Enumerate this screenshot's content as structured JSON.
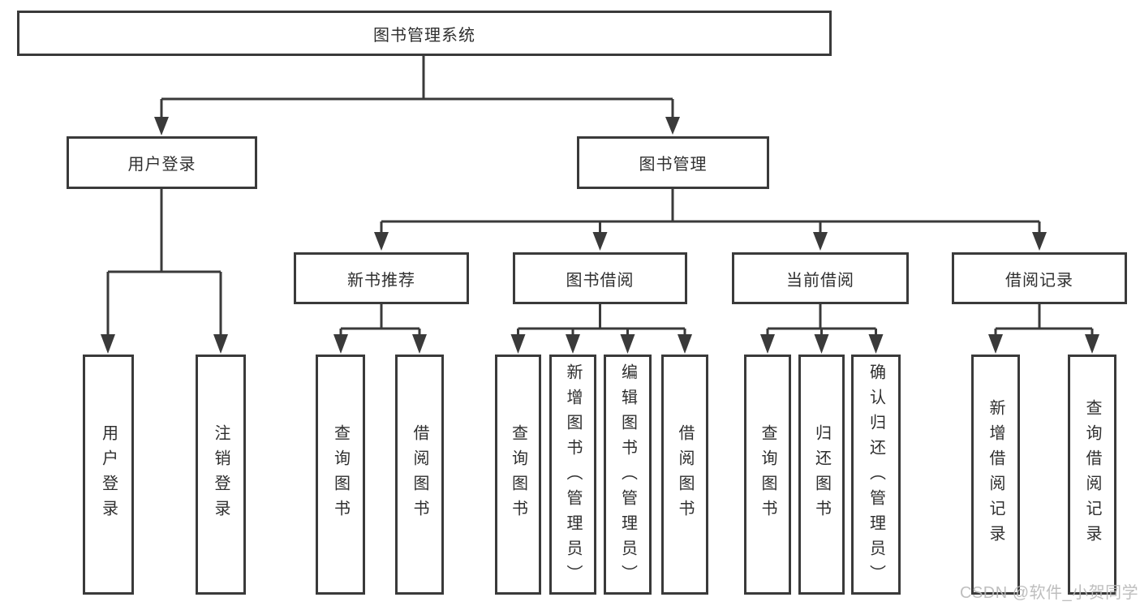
{
  "tree": {
    "label": "图书管理系统",
    "children": [
      {
        "label": "用户登录",
        "children": [
          {
            "label": "用户登录"
          },
          {
            "label": "注销登录"
          }
        ]
      },
      {
        "label": "图书管理",
        "children": [
          {
            "label": "新书推荐",
            "children": [
              {
                "label": "查询图书"
              },
              {
                "label": "借阅图书"
              }
            ]
          },
          {
            "label": "图书借阅",
            "children": [
              {
                "label": "查询图书"
              },
              {
                "label": "新增图书（管理员）"
              },
              {
                "label": "编辑图书（管理员）"
              },
              {
                "label": "借阅图书"
              }
            ]
          },
          {
            "label": "当前借阅",
            "children": [
              {
                "label": "查询图书"
              },
              {
                "label": "归还图书"
              },
              {
                "label": "确认归还（管理员）"
              }
            ]
          },
          {
            "label": "借阅记录",
            "children": [
              {
                "label": "新增借阅记录"
              },
              {
                "label": "查询借阅记录"
              }
            ]
          }
        ]
      }
    ]
  },
  "watermark": {
    "text": "CSDN @软件_小贺同学"
  },
  "colors": {
    "line": "#3a3a3a",
    "text": "#2f2f2f",
    "background": "#ffffff",
    "watermark": "#b9b9b9"
  }
}
